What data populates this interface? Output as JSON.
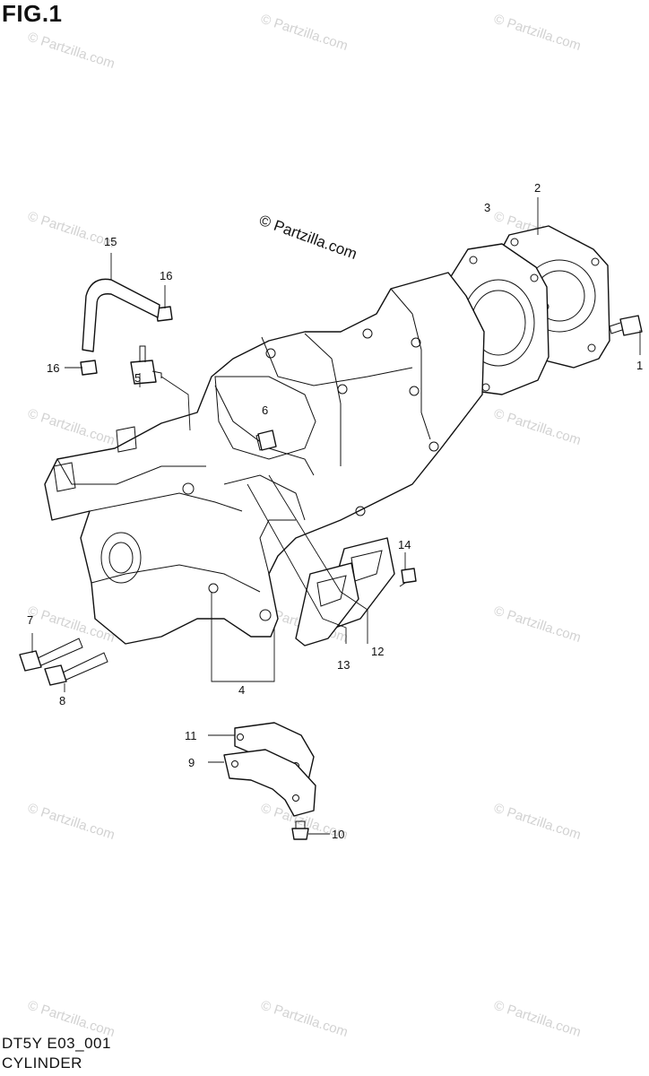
{
  "figure": {
    "title": "FIG.1",
    "code": "DT5Y E03_001",
    "name": "CYLINDER"
  },
  "watermark": {
    "main_text": "© Partzilla.com",
    "repeat_text": "© Partzilla.com"
  },
  "callouts": [
    "1",
    "2",
    "3",
    "4",
    "5",
    "6",
    "7",
    "8",
    "9",
    "10",
    "11",
    "12",
    "13",
    "14",
    "15",
    "16",
    "16"
  ],
  "colors": {
    "line": "#111111",
    "watermark": "#d2d2d2",
    "background": "#ffffff"
  }
}
